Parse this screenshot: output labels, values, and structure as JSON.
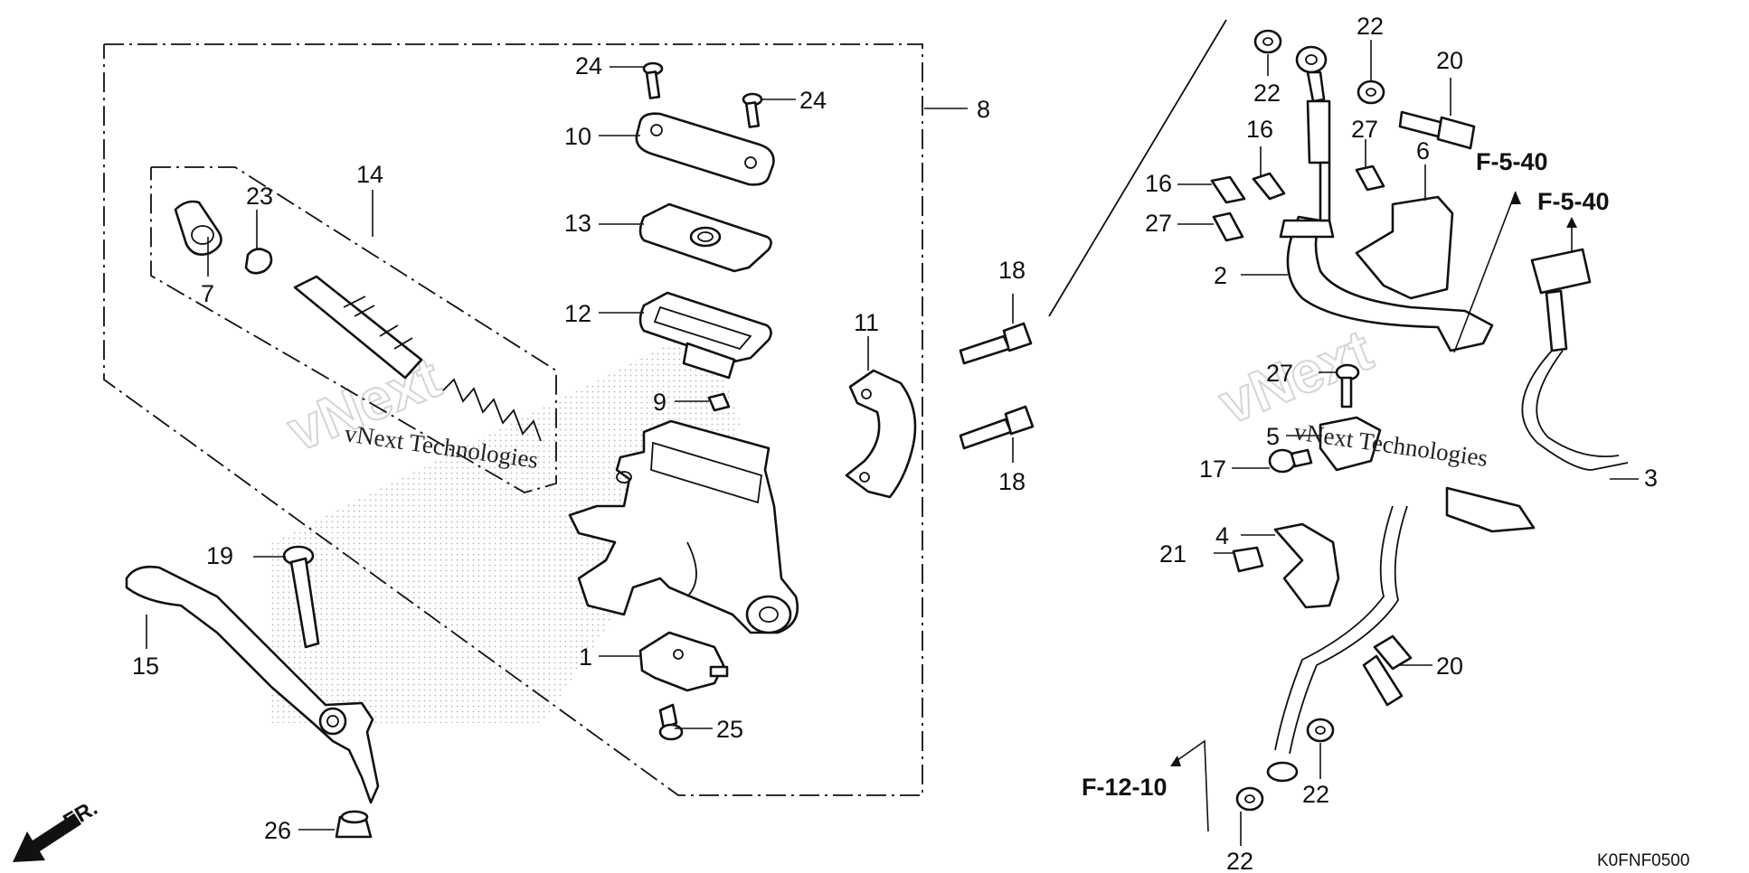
{
  "labels": {
    "l1": "1",
    "l2": "2",
    "l3": "3",
    "l4": "4",
    "l5": "5",
    "l6": "6",
    "l7": "7",
    "l8": "8",
    "l9": "9",
    "l10": "10",
    "l11": "11",
    "l12": "12",
    "l13": "13",
    "l14": "14",
    "l15": "15",
    "l16a": "16",
    "l16b": "16",
    "l17": "17",
    "l18a": "18",
    "l18b": "18",
    "l19": "19",
    "l20a": "20",
    "l20b": "20",
    "l21": "21",
    "l22a": "22",
    "l22b": "22",
    "l22c": "22",
    "l22d": "22",
    "l23": "23",
    "l24a": "24",
    "l24b": "24",
    "l25": "25",
    "l26": "26",
    "l27a": "27",
    "l27b": "27",
    "l27c": "27"
  },
  "references": {
    "ref_a": "F-5-40",
    "ref_b": "F-5-40",
    "ref_c": "F-12-10"
  },
  "direction": "FR.",
  "diagram_code": "K0FNF0500",
  "watermark": {
    "text_a": "vNext Technologies",
    "text_b": "vNext Technologies"
  }
}
